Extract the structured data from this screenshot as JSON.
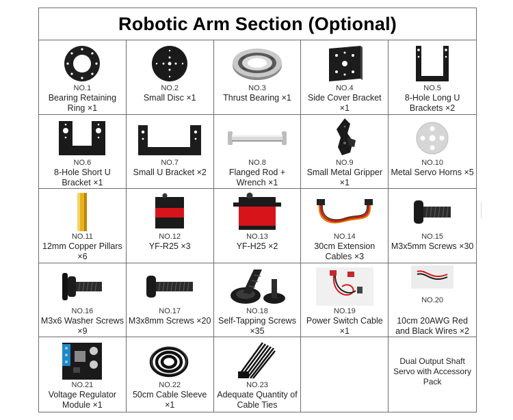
{
  "title": "Robotic Arm Section (Optional)",
  "items": [
    {
      "no": "NO.1",
      "name": "Bearing Retaining Ring ×1",
      "icon": "bearing-retaining-ring-icon"
    },
    {
      "no": "NO.2",
      "name": "Small Disc ×1",
      "icon": "small-disc-icon"
    },
    {
      "no": "NO.3",
      "name": "Thrust Bearing ×1",
      "icon": "thrust-bearing-icon"
    },
    {
      "no": "NO.4",
      "name": "Side Cover Bracket ×1",
      "icon": "side-cover-bracket-icon"
    },
    {
      "no": "NO.5",
      "name": "8-Hole Long U Brackets ×2",
      "icon": "long-u-bracket-icon"
    },
    {
      "no": "NO.6",
      "name": "8-Hole Short U Bracket ×1",
      "icon": "short-u-bracket-icon"
    },
    {
      "no": "NO.7",
      "name": "Small U Bracket ×2",
      "icon": "small-u-bracket-icon"
    },
    {
      "no": "NO.8",
      "name": "Flanged Rod + Wrench ×1",
      "icon": "flanged-rod-icon"
    },
    {
      "no": "NO.9",
      "name": "Small Metal Gripper ×1",
      "icon": "metal-gripper-icon"
    },
    {
      "no": "NO.10",
      "name": "Metal Servo Horns ×5",
      "icon": "servo-horn-icon"
    },
    {
      "no": "NO.11",
      "name": "12mm Copper Pillars ×6",
      "icon": "copper-pillar-icon"
    },
    {
      "no": "NO.12",
      "name": "YF-R25 ×3",
      "icon": "servo-small-icon"
    },
    {
      "no": "NO.13",
      "name": "YF-H25 ×2",
      "icon": "servo-large-icon"
    },
    {
      "no": "NO.14",
      "name": "30cm Extension Cables ×3",
      "icon": "extension-cable-icon"
    },
    {
      "no": "NO.15",
      "name": "M3x5mm Screws ×30",
      "icon": "screw-short-icon"
    },
    {
      "no": "NO.16",
      "name": "M3x6 Washer Screws ×9",
      "icon": "washer-screw-icon"
    },
    {
      "no": "NO.17",
      "name": "M3x8mm Screws ×20",
      "icon": "screw-long-icon"
    },
    {
      "no": "NO.18",
      "name": "Self-Tapping Screws ×35",
      "icon": "self-tapping-screw-icon"
    },
    {
      "no": "NO.19",
      "name": "Power Switch Cable ×1",
      "icon": "power-switch-cable-icon"
    },
    {
      "no": "NO.20",
      "name": "10cm 20AWG Red and Black Wires ×2",
      "icon": "red-black-wires-icon"
    },
    {
      "no": "NO.21",
      "name": "Voltage Regulator Module ×1",
      "icon": "voltage-regulator-icon"
    },
    {
      "no": "NO.22",
      "name": "50cm Cable Sleeve ×1",
      "icon": "cable-sleeve-icon"
    },
    {
      "no": "NO.23",
      "name": "Adequate Quantity of Cable Ties",
      "icon": "cable-ties-icon"
    },
    {
      "no": "",
      "name": "",
      "icon": ""
    },
    {
      "no": "",
      "name": "",
      "icon": "",
      "note": "Dual Output Shaft Servo with Accessory Pack"
    }
  ]
}
